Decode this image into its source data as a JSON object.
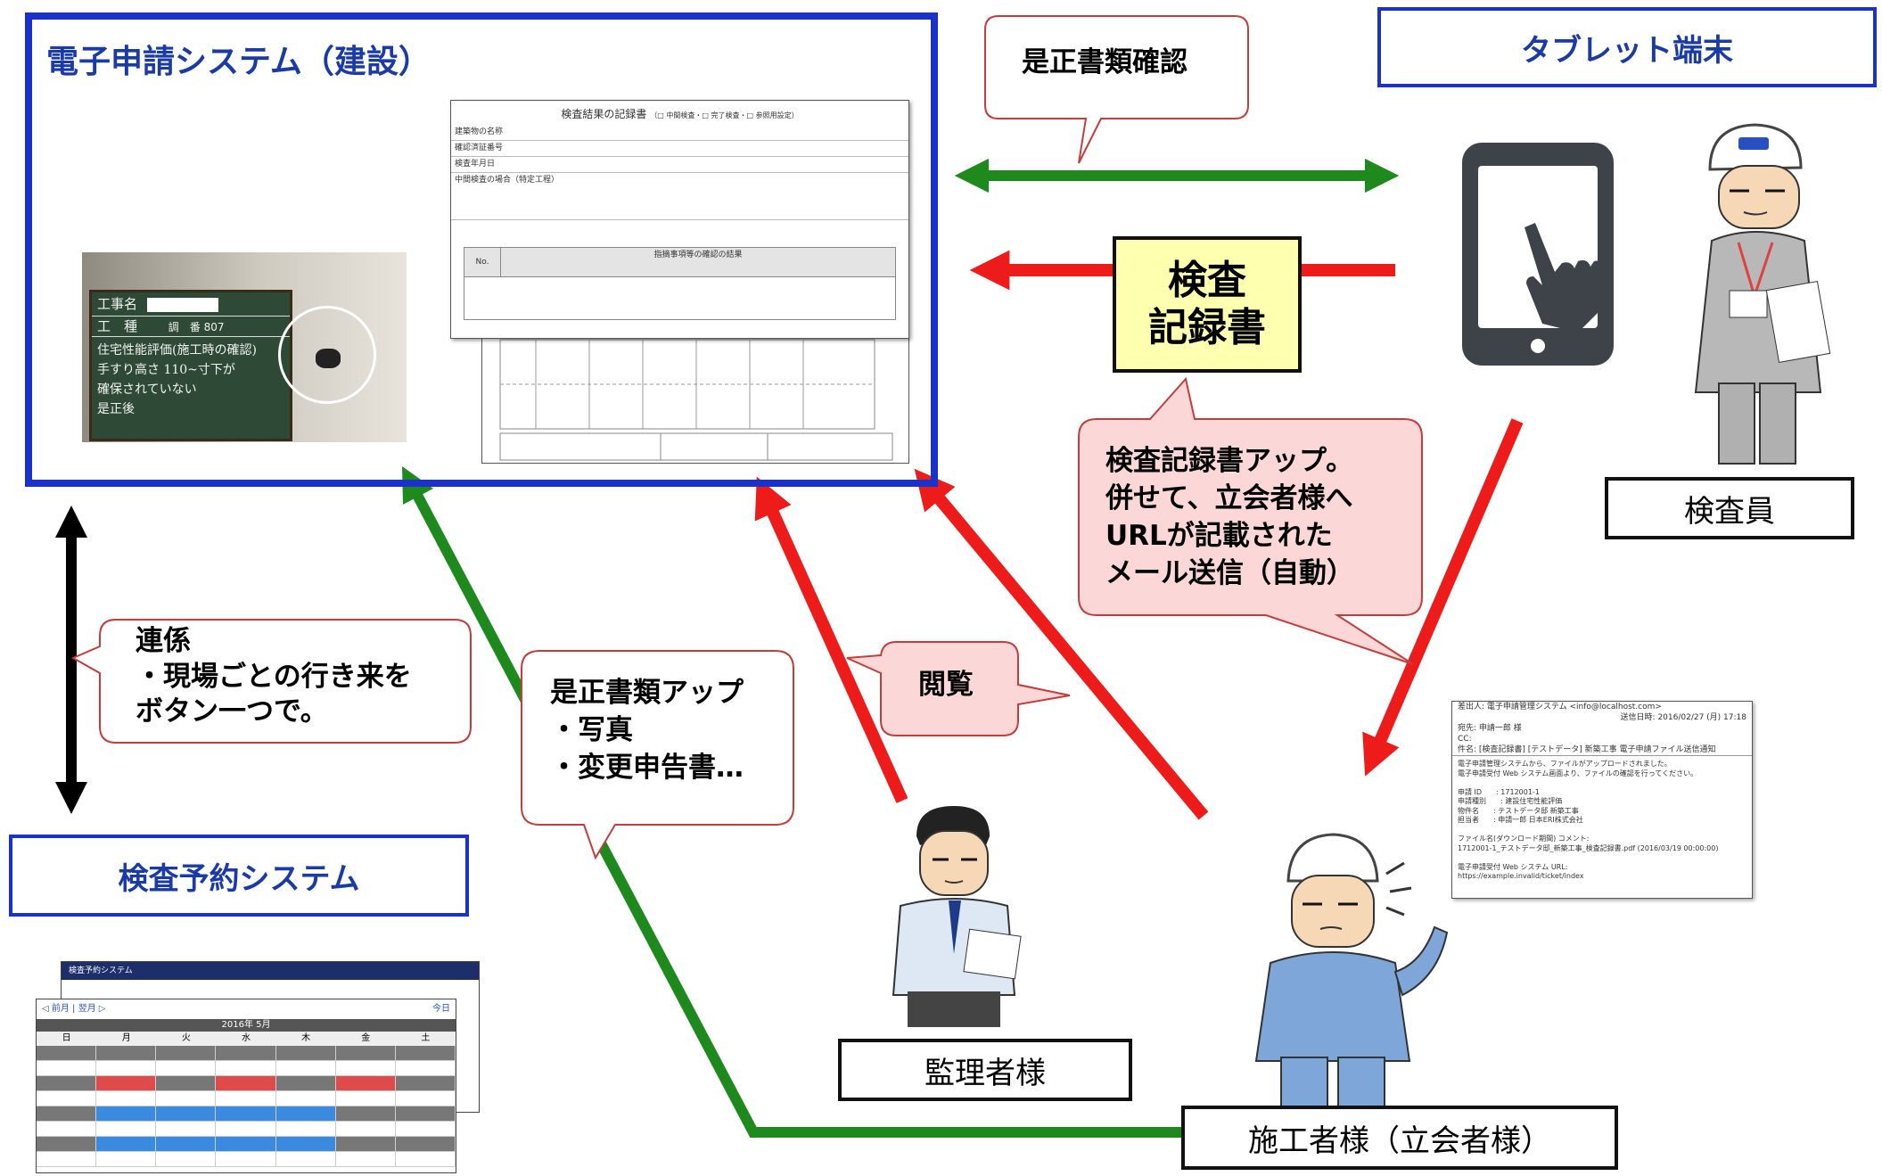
{
  "systems": {
    "electronic": "電子申請システム（建設）",
    "tablet": "タブレット端末",
    "reservation": "検査予約システム"
  },
  "center_label": {
    "line1": "検査",
    "line2": "記録書"
  },
  "roles": {
    "inspector": "検査員",
    "supervisor": "監理者様",
    "builder": "施工者様（立会者様）"
  },
  "bubbles": {
    "correction_check": "是正書類確認",
    "record_upload": "検査記録書アップ。\n併せて、立会者様へ\nURLが記載された\nメール送信（自動）",
    "link": "連係\n・現場ごとの行き来を\nボタン一つで。",
    "correction_upload": "是正書類アップ\n・写真\n・変更申告書…",
    "view": "閲覧"
  },
  "record_doc": {
    "title": "検査結果の記録書",
    "checkboxes": "（□ 中間検査・□ 完了検査・□ 参照用設定）",
    "fields": [
      "建築物の名称",
      "確認済証番号",
      "検査年月日",
      "中間検査の場合（特定工程）"
    ],
    "no_header": "No.",
    "table_header": "指摘事項等の確認の結果"
  },
  "blackboard": {
    "row1": "工事名",
    "row2": "工　種",
    "extra": "調　番 807",
    "handwriting": "住宅性能評価(施工時の確認)\n手すり高さ 110~寸下が\n確保されていない\n是正後"
  },
  "calendar": {
    "header": "2016年 5月",
    "nav": "◁ 前月 | 翌月 ▷",
    "today": "今日",
    "days": [
      "日",
      "月",
      "火",
      "水",
      "木",
      "金",
      "土"
    ],
    "topbar": "検査予約システム"
  },
  "mail": {
    "from": "差出人: 電子申請管理システム <info@localhost.com>",
    "to": "宛先: 申請一郎 様",
    "cc": "CC:",
    "subject": "件名: [検査記録書] [テストデータ] 新築工事 電子申請ファイル送信通知",
    "date": "送信日時: 2016/02/27 (月) 17:18",
    "body": "電子申請管理システムから、ファイルがアップロードされました。\n電子申請受付 Web システム画面より、ファイルの確認を行ってください。\n\n申請 ID　　: 1712001-1\n申請種別　　: 建設住宅性能評価\n物件名　　: テストデータ邸 新築工事\n担当者　　: 申請一郎 日本ERI株式会社\n\nファイル名(ダウンロード期間) コメント:\n1712001-1_テストデータ邸_新築工事_検査記録書.pdf (2016/03/19 00:00:00)\n\n電子申請受付 Web システム URL:\nhttps://example.invalid/ticket/index"
  },
  "colors": {
    "system_border": "#1a32c8",
    "green_arrow": "#1e8a1e",
    "red_arrow": "#ee1b1b",
    "bubble_fill": "#fcd7d7",
    "bubble_border": "#c43c3c",
    "record_fill": "#ffffb0"
  }
}
